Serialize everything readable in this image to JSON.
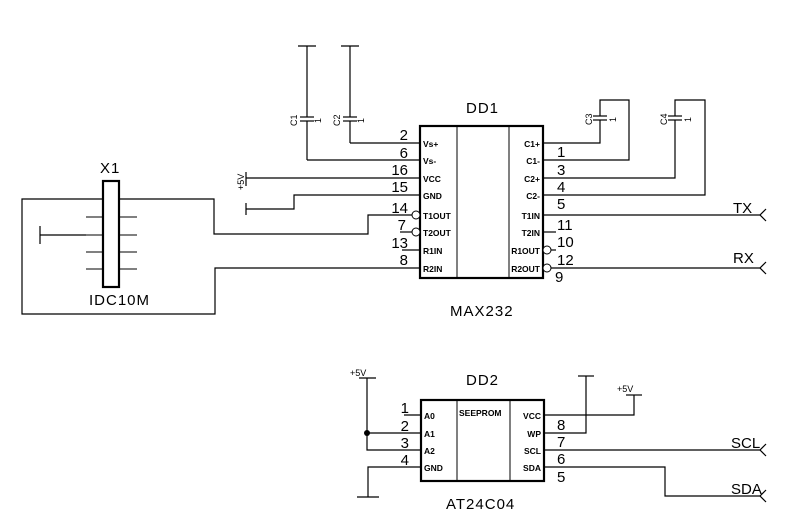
{
  "colors": {
    "ink": "#000000",
    "background": "#ffffff"
  },
  "dd1": {
    "ref": "DD1",
    "part": "MAX232",
    "left_pins": [
      {
        "num": "2",
        "label": "Vs+"
      },
      {
        "num": "6",
        "label": "Vs-"
      },
      {
        "num": "16",
        "label": "VCC"
      },
      {
        "num": "15",
        "label": "GND"
      },
      {
        "num": "14",
        "label": "T1OUT"
      },
      {
        "num": "7",
        "label": "T2OUT"
      },
      {
        "num": "13",
        "label": "R1IN"
      },
      {
        "num": "8",
        "label": "R2IN"
      }
    ],
    "right_pins": [
      {
        "num": "1",
        "label": "C1+"
      },
      {
        "num": "3",
        "label": "C1-"
      },
      {
        "num": "4",
        "label": "C2+"
      },
      {
        "num": "5",
        "label": "C2-"
      },
      {
        "num": "11",
        "label": "T1IN"
      },
      {
        "num": "10",
        "label": "T2IN"
      },
      {
        "num": "12",
        "label": "R1OUT"
      },
      {
        "num": "9",
        "label": "R2OUT"
      }
    ]
  },
  "dd2": {
    "ref": "DD2",
    "part": "AT24C04",
    "center_label": "SEEPROM",
    "left_pins": [
      {
        "num": "1",
        "label": "A0"
      },
      {
        "num": "2",
        "label": "A1"
      },
      {
        "num": "3",
        "label": "A2"
      },
      {
        "num": "4",
        "label": "GND"
      }
    ],
    "right_pins": [
      {
        "num": "8",
        "label": "VCC"
      },
      {
        "num": "7",
        "label": "WP"
      },
      {
        "num": "6",
        "label": "SCL"
      },
      {
        "num": "5",
        "label": "SDA"
      }
    ]
  },
  "x1": {
    "ref": "X1",
    "part": "IDC10M"
  },
  "capacitors": [
    {
      "ref": "C1",
      "value": "1"
    },
    {
      "ref": "C2",
      "value": "1"
    },
    {
      "ref": "C3",
      "value": "1"
    },
    {
      "ref": "C4",
      "value": "1"
    }
  ],
  "power": {
    "vcc_label": "+5V"
  },
  "nets": {
    "tx": "TX",
    "rx": "RX",
    "scl": "SCL",
    "sda": "SDA"
  }
}
